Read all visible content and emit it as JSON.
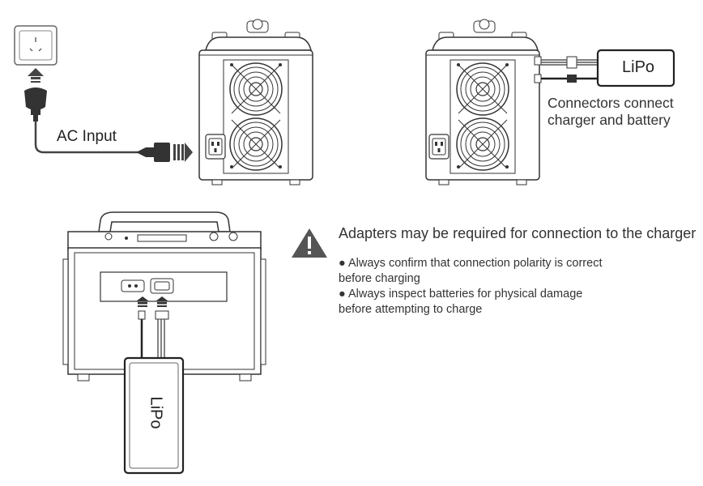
{
  "labels": {
    "ac_input": "AC Input",
    "lipo_right": "LiPo",
    "connectors_note": "Connectors connect charger and battery",
    "lipo_bottom": "LiPo"
  },
  "warning": {
    "title": "Adapters may be required for connection to the charger",
    "notes": [
      "● Always confirm that connection polarity is correct\nbefore charging",
      "● Always inspect batteries for physical damage\nbefore attempting to charge"
    ]
  },
  "icons": [
    "wall-socket-icon",
    "up-arrow-icon",
    "ac-plug-icon",
    "iec-plug-icon",
    "warning-icon"
  ]
}
